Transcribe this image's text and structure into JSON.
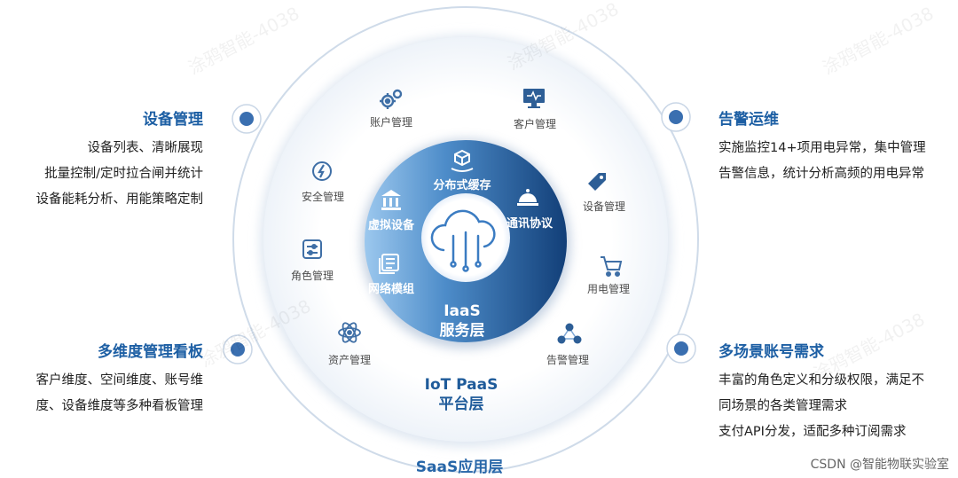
{
  "layers": {
    "iaas": [
      "IaaS",
      "服务层"
    ],
    "paas": [
      "IoT PaaS",
      "平台层"
    ],
    "saas": "SaaS应用层"
  },
  "core_modules": [
    {
      "label": "分布式缓存",
      "icon": "cube-hand-icon"
    },
    {
      "label": "虚拟设备",
      "icon": "bank-building-icon"
    },
    {
      "label": "通讯协议",
      "icon": "service-bell-icon"
    },
    {
      "label": "网络模组",
      "icon": "module-stack-icon"
    }
  ],
  "platform_modules": [
    {
      "label": "账户管理",
      "icon": "gears-icon"
    },
    {
      "label": "客户管理",
      "icon": "monitor-icon"
    },
    {
      "label": "安全管理",
      "icon": "shield-bolt-icon"
    },
    {
      "label": "设备管理",
      "icon": "tag-icon"
    },
    {
      "label": "角色管理",
      "icon": "sliders-icon"
    },
    {
      "label": "用电管理",
      "icon": "cart-icon"
    },
    {
      "label": "资产管理",
      "icon": "atom-icon"
    },
    {
      "label": "告警管理",
      "icon": "network-nodes-icon"
    }
  ],
  "panels": {
    "device_mgmt": {
      "title": "设备管理",
      "lines": [
        "设备列表、清晰展现",
        "批量控制/定时拉合闸并统计",
        "设备能耗分析、用能策略定制"
      ]
    },
    "dashboard": {
      "title": "多维度管理看板",
      "lines": [
        "客户维度、空间维度、账号维",
        "度、设备维度等多种看板管理"
      ]
    },
    "alarm_ops": {
      "title": "告警运维",
      "lines": [
        "实施监控14+项用电异常，集中管理",
        "告警信息，统计分析高频的用电异常"
      ]
    },
    "account": {
      "title": "多场景账号需求",
      "lines": [
        "丰富的角色定义和分级权限，满足不",
        "同场景的各类管理需求",
        "支付API分发，适配多种订阅需求"
      ]
    }
  },
  "colors": {
    "accent": "#1d5fa4",
    "core_dark": "#154a85",
    "core_light": "#8fc0ea"
  },
  "watermark": "涂鸦智能-4038",
  "credit": "CSDN @智能物联实验室"
}
